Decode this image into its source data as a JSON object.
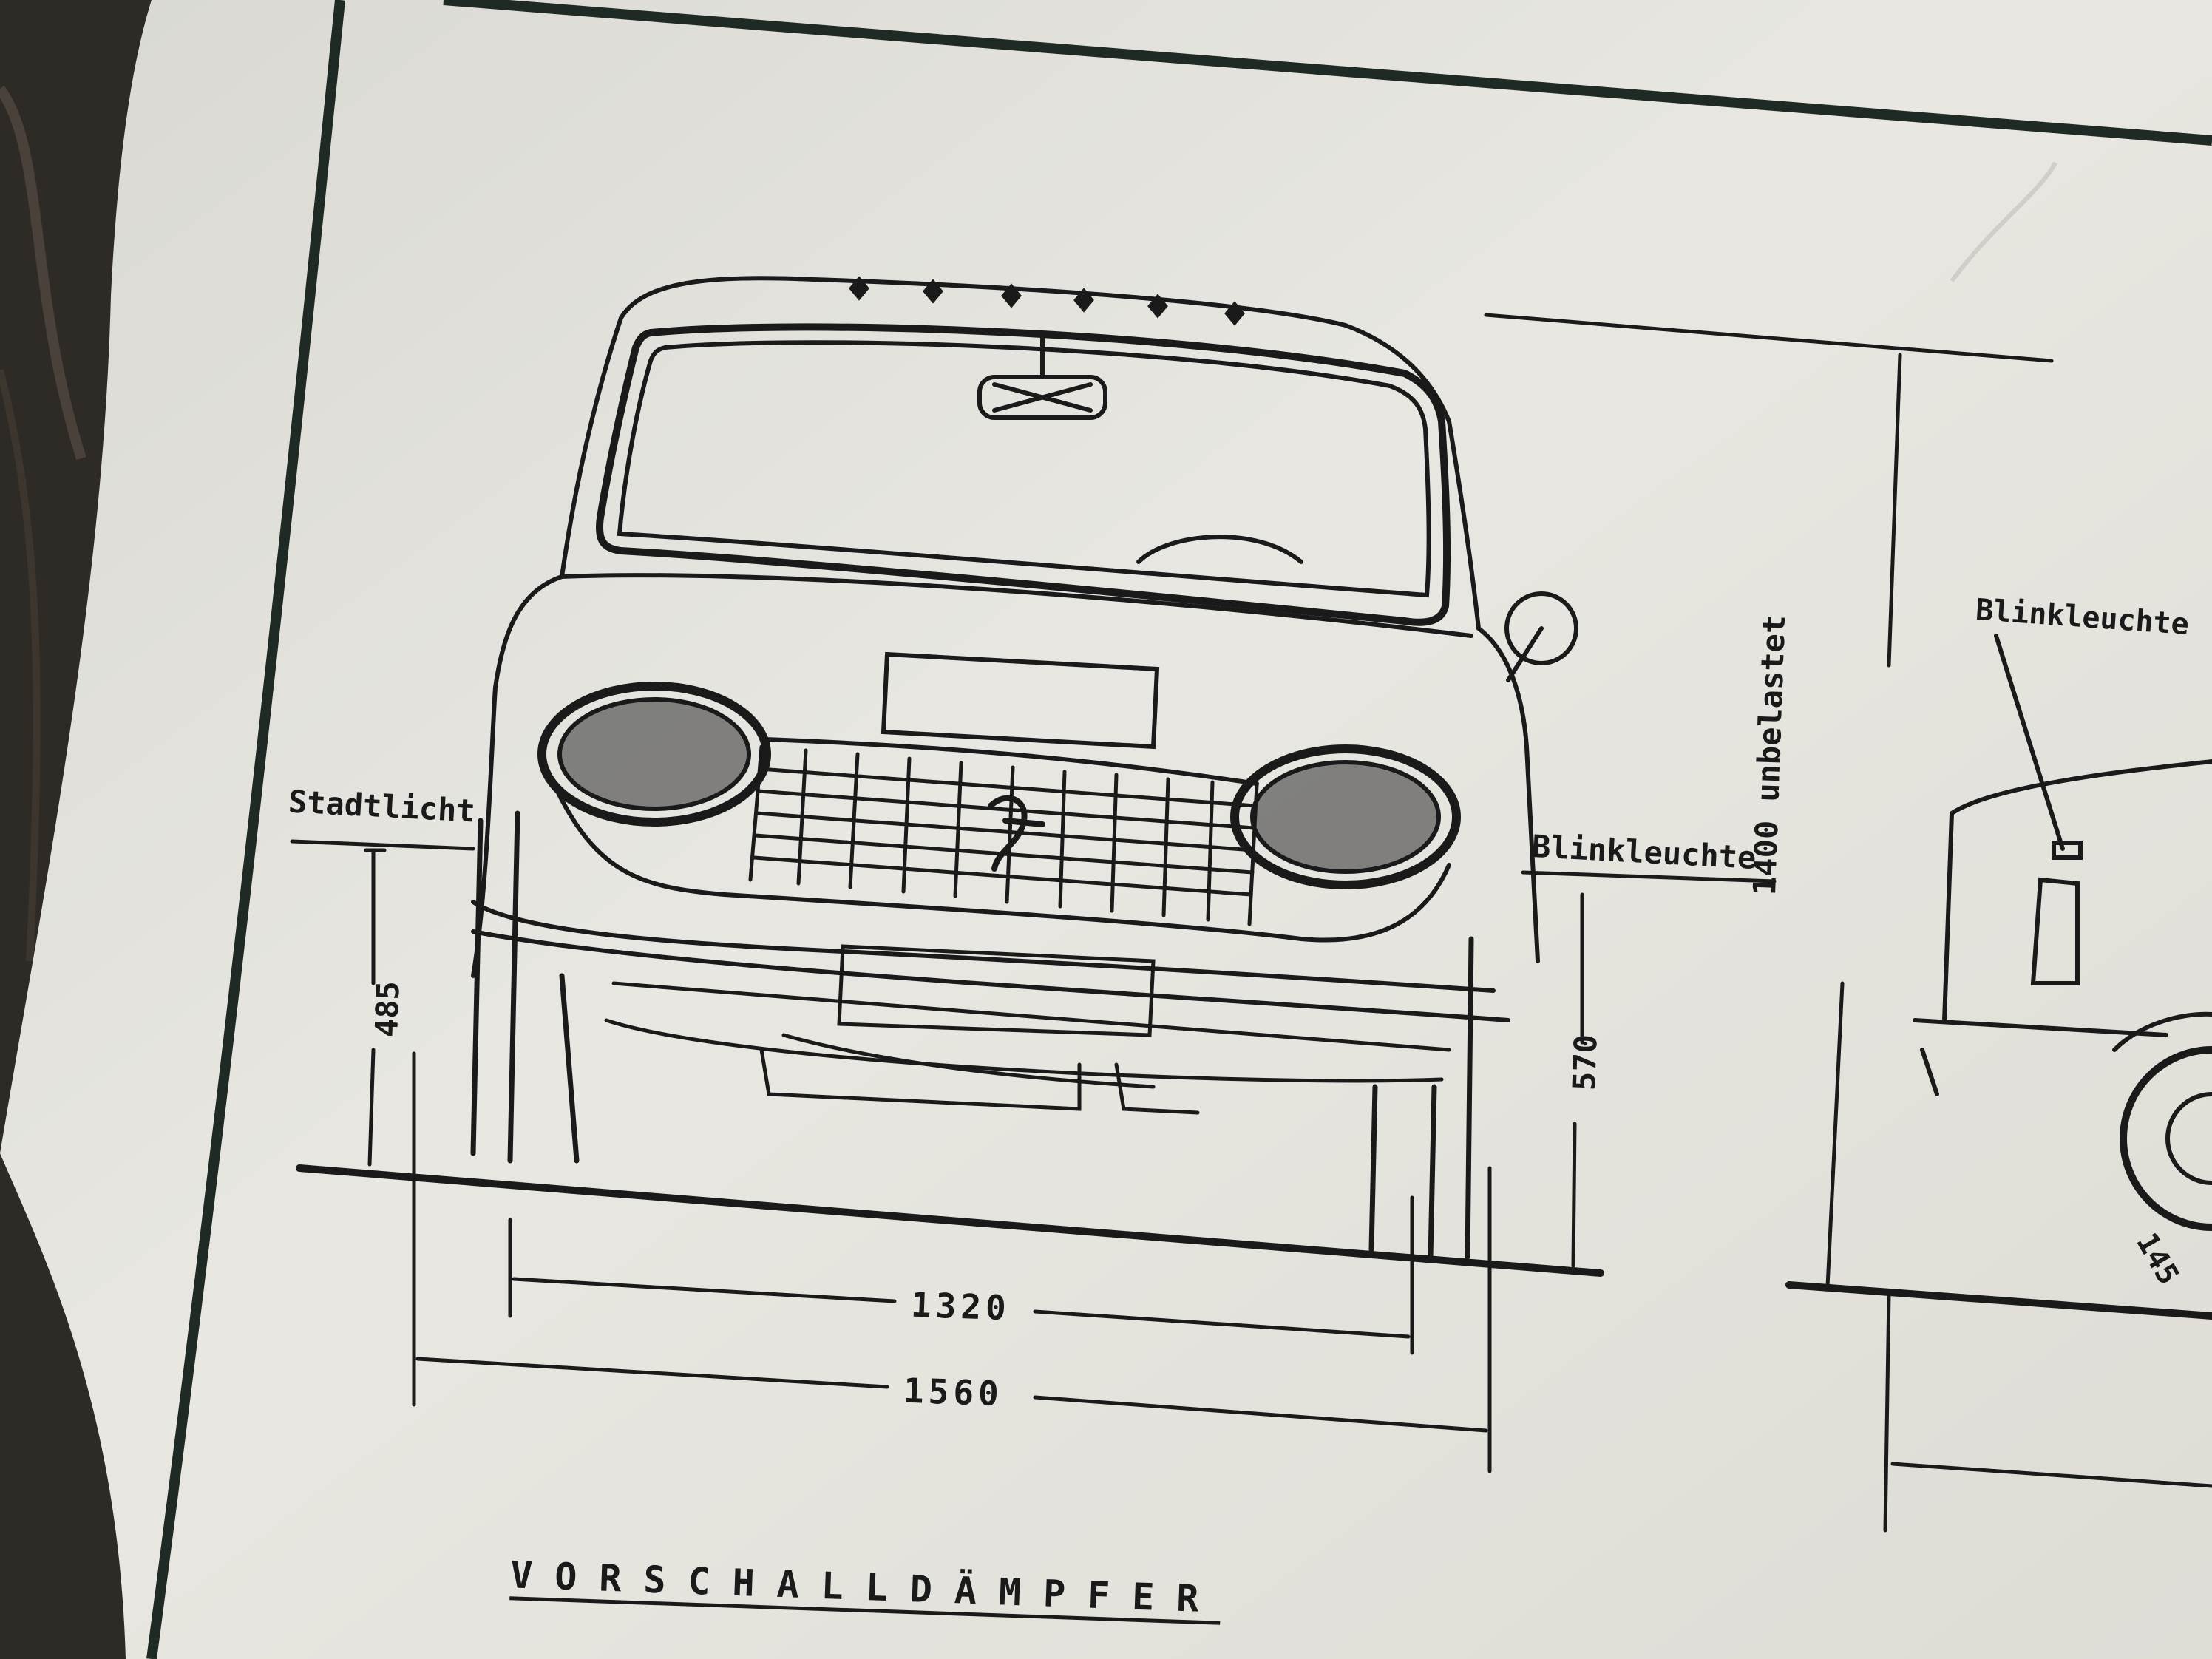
{
  "drawing": {
    "caption": "VORSCHALLDÄMPFER",
    "labels": {
      "city_light": "Stadtlicht",
      "indicator_front": "Blinkleuchte",
      "indicator_side": "Blinkleuchte",
      "height_unloaded": "1400 unbelastet",
      "light_height": "485",
      "indicator_height": "570",
      "track_width": "1320",
      "overall_width": "1560",
      "tire_fragment": "145"
    }
  },
  "colors": {
    "paper": "#e5e4dd",
    "ink": "#1a1a1a",
    "border": "#1f2a24",
    "background": "#2e2a26"
  }
}
